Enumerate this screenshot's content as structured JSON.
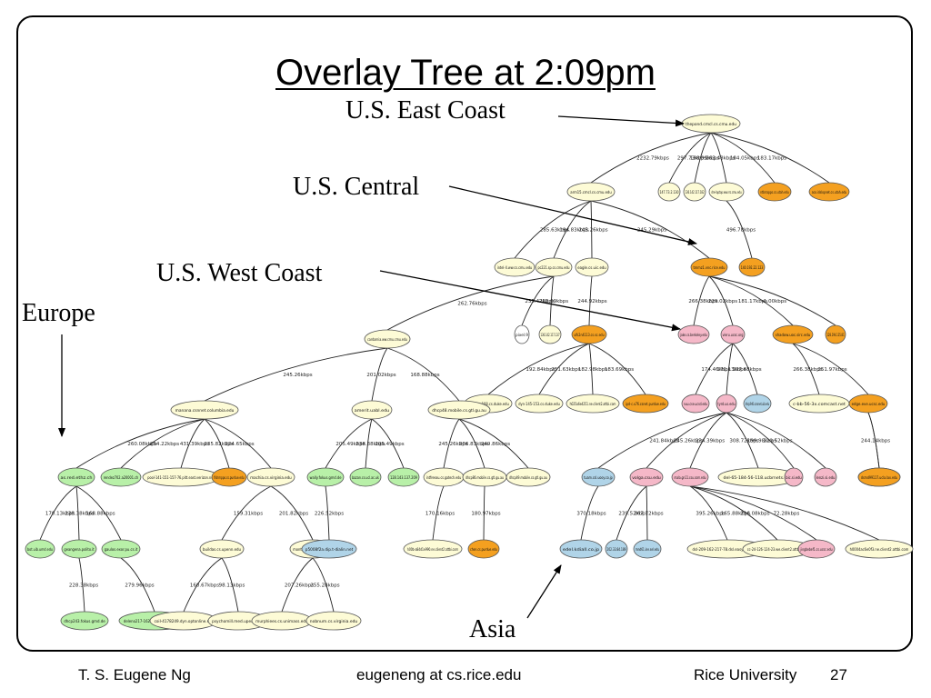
{
  "slide": {
    "title": "Overlay Tree at 2:09pm",
    "regions": {
      "east": "U.S. East Coast",
      "central": "U.S. Central",
      "west": "U.S. West Coast",
      "europe": "Europe",
      "asia": "Asia"
    },
    "footer": {
      "author": "T. S. Eugene Ng",
      "email": "eugeneng at cs.rice.edu",
      "org": "Rice University",
      "page": "27"
    }
  },
  "colors": {
    "cream": "#fdfbd6",
    "orange": "#f4a020",
    "green": "#b8f0a8",
    "pink": "#f5b8c8",
    "blue": "#b0d4e8",
    "white": "#ffffff"
  },
  "tree": {
    "nodes": [
      {
        "id": "root",
        "label": "thepond.cmcl.cs.cmu.edu",
        "color": "cream"
      },
      {
        "id": "aru",
        "label": "arm15.cmcl.cs.cmu.edu",
        "color": "cream"
      },
      {
        "id": "n147",
        "label": "147.73.2.130",
        "color": "cream"
      },
      {
        "id": "n136",
        "label": "136.142.117.182",
        "color": "cream"
      },
      {
        "id": "dre",
        "label": "dre-laptop.ww.nrc.cmu.edu",
        "color": "cream"
      },
      {
        "id": "ntb",
        "label": "ntbrrapps.cs.utah.edu",
        "color": "orange"
      },
      {
        "id": "aco",
        "label": "aco.idslopnet.cs.utah.edu",
        "color": "orange"
      },
      {
        "id": "w140",
        "label": "140.192.22.123",
        "color": "orange"
      },
      {
        "id": "tmz",
        "label": "tmmz1.vnc.rice.edu",
        "color": "orange"
      },
      {
        "id": "int",
        "label": "intel-4.ww.cs.cmu.edu",
        "color": "cream"
      },
      {
        "id": "pc",
        "label": "pc221.sp.cs.cmu.edu",
        "color": "cream"
      },
      {
        "id": "eagle",
        "label": "eagle.cs.uic.edu",
        "color": "cream"
      },
      {
        "id": "jake",
        "label": "jake.cs.berkeley.edu",
        "color": "pink"
      },
      {
        "id": "vieru",
        "label": "vieru.ucsc.org",
        "color": "pink"
      },
      {
        "id": "shadow",
        "label": "shadow.uoc.sirc.edu",
        "color": "orange"
      },
      {
        "id": "n128",
        "label": "128.194.135.81",
        "color": "orange"
      },
      {
        "id": "pix",
        "label": "pixel.9",
        "color": "white"
      },
      {
        "id": "n136b",
        "label": "136.142.117.137",
        "color": "cream"
      },
      {
        "id": "ufk",
        "label": "ufk2n4113.cs.sc.edu",
        "color": "orange"
      },
      {
        "id": "carn",
        "label": "cardarnia.ww.cmu.cmu.edu",
        "color": "cream"
      },
      {
        "id": "nuu",
        "label": "nuu.cse.ucsd.edu",
        "color": "pink"
      },
      {
        "id": "tyrd",
        "label": "tyrd.us.edu",
        "color": "pink"
      },
      {
        "id": "dhcp",
        "label": "dhcp940.coronet.uib.edu",
        "color": "blue"
      },
      {
        "id": "cnb",
        "label": "c-bb-56-3x.comcast.net",
        "color": "cream"
      },
      {
        "id": "edge",
        "label": "edge.eve.ucsc.edu",
        "color": "orange"
      },
      {
        "id": "cs",
        "label": "cs-dhcp-108.cs.duke.edu",
        "color": "cream"
      },
      {
        "id": "dyn",
        "label": "dyn-145-153.cs.duke.edu",
        "color": "cream"
      },
      {
        "id": "h025",
        "label": "h025a6e4251.ne.client2.attbi.com",
        "color": "cream"
      },
      {
        "id": "ipd",
        "label": "ipd-c.x76.csnet.purdue.edu",
        "color": "orange"
      },
      {
        "id": "mana",
        "label": "manana.csnnet.columbia.edu",
        "color": "cream"
      },
      {
        "id": "amm",
        "label": "amerit.uabl.edu",
        "color": "cream"
      },
      {
        "id": "d48",
        "label": "dhcp48.mobile.cs.gtl.gu.au",
        "color": "cream"
      },
      {
        "id": "sdm",
        "label": "sdm1nne.it.gu.gu.edu",
        "color": "orange"
      },
      {
        "id": "tuam",
        "label": "tuam.csl.uooy.co.jp",
        "color": "blue"
      },
      {
        "id": "volga",
        "label": "volga.csu.edu",
        "color": "pink"
      },
      {
        "id": "mala",
        "label": "mala.gn11.csu.com.edu",
        "color": "pink"
      },
      {
        "id": "del",
        "label": "del-65-184-56-118.ucbrnets.com",
        "color": "cream"
      },
      {
        "id": "bic",
        "label": "bic.si.edu",
        "color": "pink"
      },
      {
        "id": "lenz",
        "label": "lenzi.si.edu",
        "color": "pink"
      },
      {
        "id": "eu1",
        "label": "as.red.ethz.ch",
        "color": "green"
      },
      {
        "id": "rend",
        "label": "rendez702.a20001.ch",
        "color": "green"
      },
      {
        "id": "pool",
        "label": "pool-141-151-157-76.pitt.east.verizon.net",
        "color": "cream"
      },
      {
        "id": "fish",
        "label": "fishmppo.cs.purdue.edu",
        "color": "orange"
      },
      {
        "id": "mach",
        "label": "machia.cs.virginia.edu",
        "color": "cream"
      },
      {
        "id": "wally",
        "label": "wally.fokus.gmd.de",
        "color": "green"
      },
      {
        "id": "bazan",
        "label": "bazan.cs.ucl.ac.uk",
        "color": "green"
      },
      {
        "id": "ip128",
        "label": "128.143.137.209",
        "color": "green"
      },
      {
        "id": "intf",
        "label": "intfreeau.cs.gatech.edu",
        "color": "cream"
      },
      {
        "id": "d86",
        "label": "dhcp86.mobile.cs.gtl.gu.au",
        "color": "cream"
      },
      {
        "id": "d9",
        "label": "dhcp49.mobile.cs.gtl.gu.au",
        "color": "cream"
      },
      {
        "id": "eon",
        "label": "eonthirn.twsr.ecy.cs.edu",
        "color": "blue"
      },
      {
        "id": "edel",
        "label": "edel.kdiall.co.jp",
        "color": "blue"
      },
      {
        "id": "n202",
        "label": "202.33.84.189",
        "color": "blue"
      },
      {
        "id": "mnd",
        "label": "mnd61.ine.sel.edu",
        "color": "blue"
      },
      {
        "id": "dsl",
        "label": "dsl-209-162-217-78.dsl.easystreet.com",
        "color": "cream"
      },
      {
        "id": "cc",
        "label": "cc-24-126-124-23.we.client2.attbi.com",
        "color": "cream"
      },
      {
        "id": "jingb",
        "label": "jingbebef1.cs.ucsc.edu",
        "color": "pink"
      },
      {
        "id": "h0004",
        "label": "h0004ac6e0f3.ne.client2.attbi.com",
        "color": "cream"
      },
      {
        "id": "dsmf",
        "label": "dsmd99117.ucla.lax.edu",
        "color": "orange"
      },
      {
        "id": "bot",
        "label": "bot.uib.umd.edu",
        "color": "green"
      },
      {
        "id": "geni",
        "label": "geangena.polito.it",
        "color": "green"
      },
      {
        "id": "gaul",
        "label": "gaulos.exor.pu.cs.it",
        "color": "green"
      },
      {
        "id": "build",
        "label": "buildas.cs.upenn.edu",
        "color": "cream"
      },
      {
        "id": "mont",
        "label": "montlbe.cs.virginia.edu",
        "color": "cream"
      },
      {
        "id": "p200",
        "label": "p5008f2a.dip.t-dialin.net",
        "color": "blue"
      },
      {
        "id": "h00b",
        "label": "h00b-a84d1e990.ne.client2.attbi.com",
        "color": "cream"
      },
      {
        "id": "chen",
        "label": "chen.cs.purdue.edu",
        "color": "orange"
      },
      {
        "id": "dhcp3",
        "label": "dhcp243.fokus.gmd.de",
        "color": "green"
      },
      {
        "id": "del2",
        "label": "deleno217-162-226-35.bluepnet.ch",
        "color": "green"
      },
      {
        "id": "coil",
        "label": "coil-4178249.dyn.optonline.net",
        "color": "cream"
      },
      {
        "id": "psych",
        "label": "psychomill.med.upenn.edu",
        "color": "cream"
      },
      {
        "id": "murph",
        "label": "murphiees.cs.unimass.edu",
        "color": "cream"
      },
      {
        "id": "nob",
        "label": "nobnum.cs.virginia.edu",
        "color": "cream"
      }
    ],
    "edges": [
      {
        "from": "root",
        "to": "aru",
        "label": "2232.79kbps"
      },
      {
        "from": "root",
        "to": "n147",
        "label": "297.73kbps"
      },
      {
        "from": "root",
        "to": "n136",
        "label": "188.99kbps"
      },
      {
        "from": "root",
        "to": "dre",
        "label": "263.48kbps"
      },
      {
        "from": "root",
        "to": "ntb",
        "label": "184.05kbps"
      },
      {
        "from": "root",
        "to": "aco",
        "label": "183.17kbps"
      },
      {
        "from": "dre",
        "to": "w140",
        "label": "496.78kbps"
      },
      {
        "from": "aru",
        "to": "tmz",
        "label": "245.29kbps"
      },
      {
        "from": "aru",
        "to": "int",
        "label": "285.63kbps"
      },
      {
        "from": "aru",
        "to": "pc",
        "label": "194.83kbps"
      },
      {
        "from": "aru",
        "to": "eagle",
        "label": "245.26kbps"
      },
      {
        "from": "tmz",
        "to": "jake",
        "label": "266.38kbps"
      },
      {
        "from": "tmz",
        "to": "vieru",
        "label": "229.02kbps"
      },
      {
        "from": "tmz",
        "to": "shadow",
        "label": "181.17kbps"
      },
      {
        "from": "tmz",
        "to": "n128",
        "label": "-1.00kbps"
      },
      {
        "from": "pc",
        "to": "pix",
        "label": "235.42kbps"
      },
      {
        "from": "pc",
        "to": "n136b",
        "label": "262.09kbps"
      },
      {
        "from": "pc",
        "to": "carn",
        "label": "262.76kbps"
      },
      {
        "from": "eagle",
        "to": "ufk",
        "label": "244.92kbps"
      },
      {
        "from": "vieru",
        "to": "nuu",
        "label": "174.46kbps"
      },
      {
        "from": "vieru",
        "to": "tyrd",
        "label": "170.13kbps"
      },
      {
        "from": "vieru",
        "to": "dhcp",
        "label": "197.68kbps"
      },
      {
        "from": "shadow",
        "to": "cnb",
        "label": "266.38kbps"
      },
      {
        "from": "shadow",
        "to": "edge",
        "label": "251.97kbps"
      },
      {
        "from": "ufk",
        "to": "cs",
        "label": "192.84kbps"
      },
      {
        "from": "ufk",
        "to": "dyn",
        "label": "251.63kbps"
      },
      {
        "from": "ufk",
        "to": "h025",
        "label": "182.98kbps"
      },
      {
        "from": "ufk",
        "to": "ipd",
        "label": "183.69kbps"
      },
      {
        "from": "carn",
        "to": "mana",
        "label": "245.26kbps"
      },
      {
        "from": "carn",
        "to": "amm",
        "label": "201.02kbps"
      },
      {
        "from": "carn",
        "to": "d48",
        "label": "168.88kbps"
      },
      {
        "from": "edge",
        "to": "sdm",
        "label": "244.14kbps"
      },
      {
        "from": "tyrd",
        "to": "tuam",
        "label": "241.84kbps"
      },
      {
        "from": "tyrd",
        "to": "volga",
        "label": "245.26kbps"
      },
      {
        "from": "tyrd",
        "to": "mala",
        "label": "234.39kbps"
      },
      {
        "from": "tyrd",
        "to": "del",
        "label": "308.72kbps"
      },
      {
        "from": "tyrd",
        "to": "bic",
        "label": "199.98kbps"
      },
      {
        "from": "tyrd",
        "to": "lenz",
        "label": "220.52kbps"
      },
      {
        "from": "mana",
        "to": "eu1",
        "label": "260.08kbps"
      },
      {
        "from": "mana",
        "to": "rend",
        "label": "254.22kbps"
      },
      {
        "from": "mana",
        "to": "pool",
        "label": "431.39kbps"
      },
      {
        "from": "mana",
        "to": "fish",
        "label": "235.82kbps"
      },
      {
        "from": "mana",
        "to": "mach",
        "label": "224.65kbps"
      },
      {
        "from": "amm",
        "to": "wally",
        "label": "205.49kbps"
      },
      {
        "from": "amm",
        "to": "bazan",
        "label": "238.38kbps"
      },
      {
        "from": "amm",
        "to": "ip128",
        "label": "205.49kbps"
      },
      {
        "from": "d48",
        "to": "intf",
        "label": "245.26kbps"
      },
      {
        "from": "d48",
        "to": "d86",
        "label": "206.83kbps"
      },
      {
        "from": "d48",
        "to": "d9",
        "label": "249.86kbps"
      },
      {
        "from": "tuam",
        "to": "edel",
        "label": "370.18kbps"
      },
      {
        "from": "volga",
        "to": "n202",
        "label": "239.52kbps"
      },
      {
        "from": "volga",
        "to": "mnd",
        "label": "267.72kbps"
      },
      {
        "from": "mala",
        "to": "dsl",
        "label": "395.26kbps"
      },
      {
        "from": "mala",
        "to": "cc",
        "label": "165.88kbps"
      },
      {
        "from": "mala",
        "to": "jingb",
        "label": "216.08kbps"
      },
      {
        "from": "mala",
        "to": "h0004",
        "label": "72.28kbps"
      },
      {
        "from": "eu1",
        "to": "bot",
        "label": "170.13kbps"
      },
      {
        "from": "eu1",
        "to": "geni",
        "label": "238.38kbps"
      },
      {
        "from": "eu1",
        "to": "gaul",
        "label": "168.88kbps"
      },
      {
        "from": "mach",
        "to": "build",
        "label": "159.31kbps"
      },
      {
        "from": "mach",
        "to": "mont",
        "label": "201.82kbps"
      },
      {
        "from": "wally",
        "to": "p200",
        "label": "226.52kbps"
      },
      {
        "from": "intf",
        "to": "h00b",
        "label": "170.16kbps"
      },
      {
        "from": "d86",
        "to": "chen",
        "label": "180.97kbps"
      },
      {
        "from": "geni",
        "to": "dhcp3",
        "label": "228.38kbps"
      },
      {
        "from": "gaul",
        "to": "del2",
        "label": "279.96kbps"
      },
      {
        "from": "build",
        "to": "coil",
        "label": "160.67kbps"
      },
      {
        "from": "build",
        "to": "psych",
        "label": "98.13kbps"
      },
      {
        "from": "mont",
        "to": "murph",
        "label": "207.26kbps"
      },
      {
        "from": "mont",
        "to": "nob",
        "label": "255.28kbps"
      },
      {
        "from": "edge",
        "to": "dsmf",
        "label": ""
      }
    ]
  }
}
